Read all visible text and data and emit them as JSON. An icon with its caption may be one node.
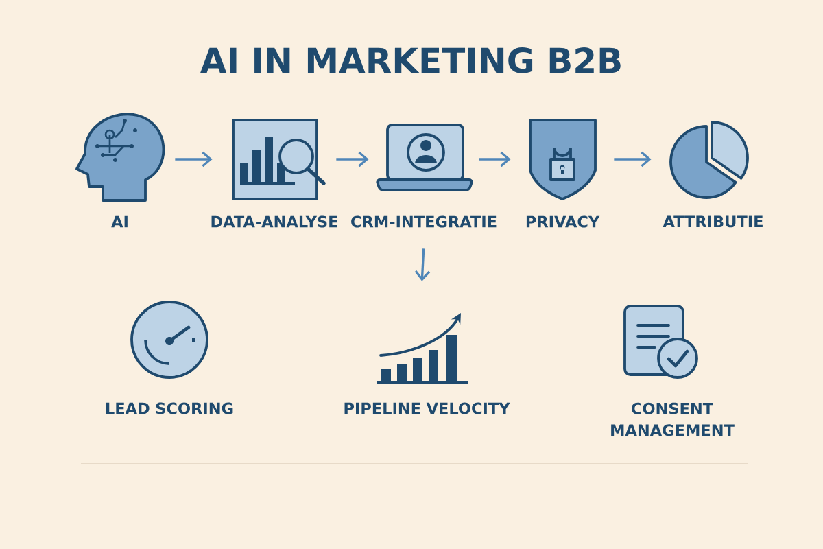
{
  "diagram": {
    "title": "AI IN MARKETING B2B",
    "nodes": [
      {
        "text": [
          "AI"
        ]
      },
      {
        "text": [
          "DATA-ANALYSE"
        ]
      },
      {
        "text": [
          "CRM-INTEGRATIE"
        ]
      },
      {
        "text": [
          "PRIVACY"
        ]
      },
      {
        "text": [
          "ATTRIBUTIE"
        ]
      },
      {
        "text": [
          "LEAD SCORING"
        ]
      },
      {
        "text": [
          "PIPELINE VELOCITY"
        ]
      },
      {
        "text": [
          "CONSENT MANAGEMENT"
        ]
      }
    ],
    "edges": [
      {
        "from": 0,
        "to": 1,
        "arrow": "to"
      },
      {
        "from": 1,
        "to": 2,
        "arrow": "to"
      },
      {
        "from": 2,
        "to": 3,
        "arrow": "to"
      },
      {
        "from": 3,
        "to": 4,
        "arrow": "to"
      },
      {
        "from": 2,
        "to": 6,
        "arrow": "to"
      }
    ]
  }
}
